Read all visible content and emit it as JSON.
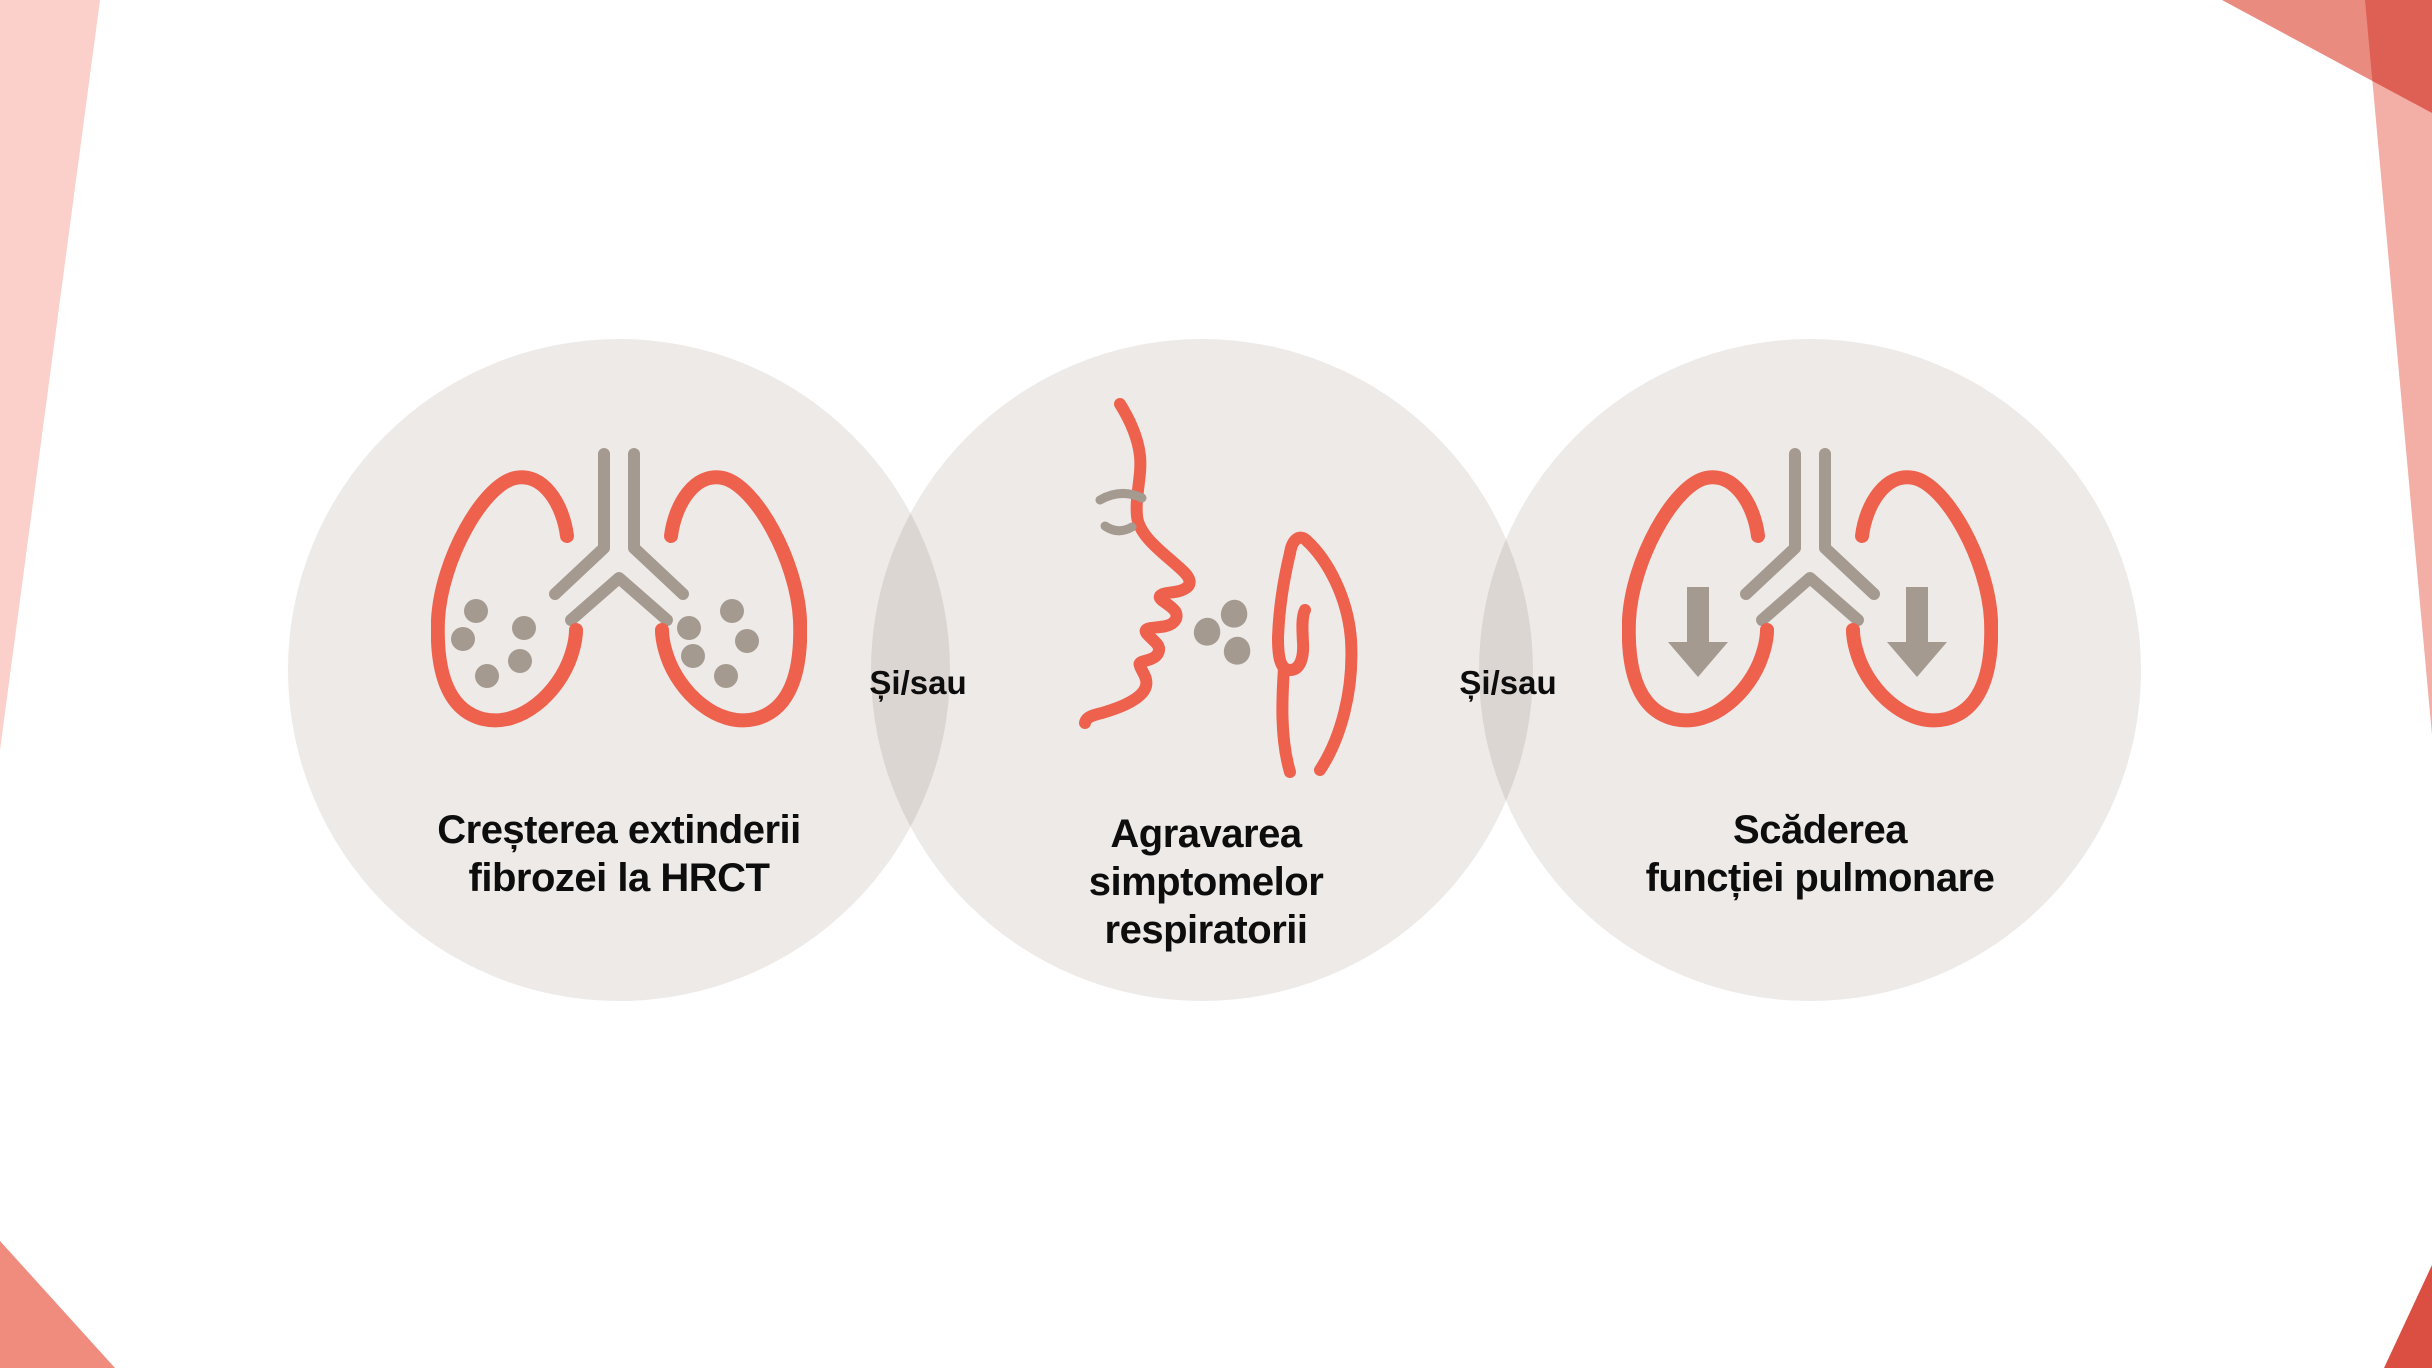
{
  "slide": {
    "connectors": {
      "label_1": "Și/sau",
      "label_2": "Și/sau"
    },
    "criteria": [
      {
        "icon": "lungs-fibrosis-icon",
        "lines": [
          "Creșterea extinderii",
          "fibrozei la HRCT"
        ]
      },
      {
        "icon": "cough-icon",
        "lines": [
          "Agravarea",
          "simptomelor",
          "respiratorii"
        ]
      },
      {
        "icon": "lungs-decline-icon",
        "lines": [
          "Scăderea",
          "funcției pulmonare"
        ]
      }
    ],
    "colors": {
      "accent_coral": "#ee614d",
      "icon_taupe": "#a59a90",
      "circle_gray": "#edeae8",
      "text_black": "#0d0d0d",
      "deco_pink_light": "#fbcfca",
      "deco_salmon": "#e98b7f",
      "deco_pink_strip": "#f3aea6",
      "deco_red_dark": "#da4f41"
    }
  }
}
